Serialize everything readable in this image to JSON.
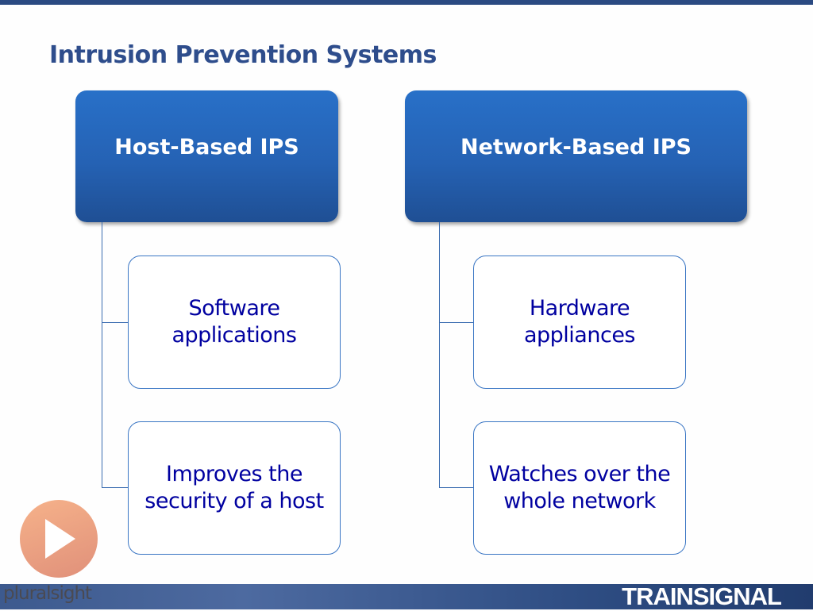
{
  "title": "Intrusion Prevention Systems",
  "columns": [
    {
      "header": "Host-Based IPS",
      "items": [
        "Software applications",
        "Improves the security of a host"
      ]
    },
    {
      "header": "Network-Based IPS",
      "items": [
        "Hardware appliances",
        "Watches over the whole network"
      ]
    }
  ],
  "footer": {
    "left_logo": "pluralsight",
    "right_logo": "TRAINSIGNAL"
  },
  "colors": {
    "header_fill": "#2562b4",
    "title": "#2e4d8c",
    "item_text": "#0000a0"
  }
}
